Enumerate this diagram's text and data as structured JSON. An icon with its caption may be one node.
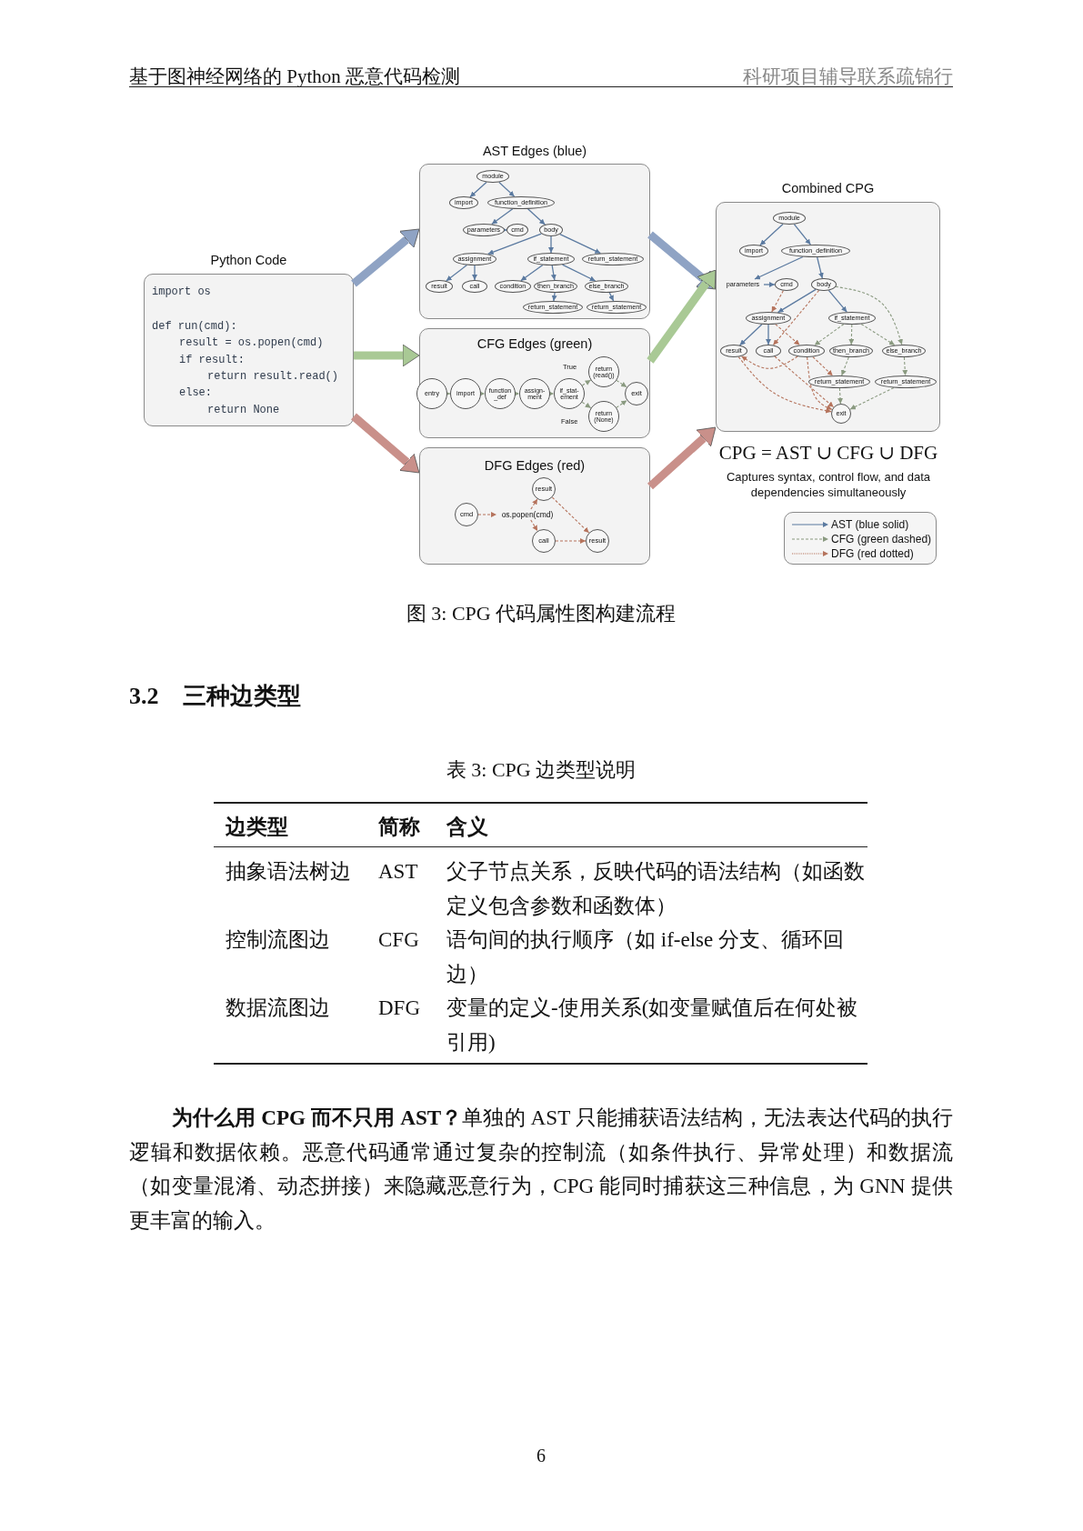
{
  "diagram": {
    "caption": "图 3: CPG 代码属性图构建流程",
    "nodes": [
      {
        "text": [
          "Python Code",
          "import os",
          "def run(cmd):",
          "result = os.popen(cmd)",
          "if result:",
          "return result.read()",
          "else:",
          "return None"
        ]
      },
      {
        "text": [
          "AST Edges (blue)"
        ]
      },
      {
        "text": [
          "module"
        ],
        "in": 1
      },
      {
        "text": [
          "import"
        ],
        "in": 1
      },
      {
        "text": [
          "function_definition"
        ],
        "in": 1
      },
      {
        "text": [
          "parameters"
        ],
        "in": 1
      },
      {
        "text": [
          "cmd"
        ],
        "in": 1
      },
      {
        "text": [
          "body"
        ],
        "in": 1
      },
      {
        "text": [
          "assignment"
        ],
        "in": 1
      },
      {
        "text": [
          "if_statement"
        ],
        "in": 1
      },
      {
        "text": [
          "return_statement"
        ],
        "in": 1
      },
      {
        "text": [
          "result"
        ],
        "in": 1
      },
      {
        "text": [
          "call"
        ],
        "in": 1
      },
      {
        "text": [
          "condition"
        ],
        "in": 1
      },
      {
        "text": [
          "then_branch"
        ],
        "in": 1
      },
      {
        "text": [
          "else_branch"
        ],
        "in": 1
      },
      {
        "text": [
          "return_statement"
        ],
        "in": 1
      },
      {
        "text": [
          "return_statement"
        ],
        "in": 1
      },
      {
        "text": [
          "CFG Edges (green)"
        ]
      },
      {
        "text": [
          "entry"
        ],
        "in": 18
      },
      {
        "text": [
          "import"
        ],
        "in": 18
      },
      {
        "text": [
          "function _def"
        ],
        "in": 18
      },
      {
        "text": [
          "assign- ment"
        ],
        "in": 18
      },
      {
        "text": [
          "if_stat- ement"
        ],
        "in": 18
      },
      {
        "text": [
          "return (read())"
        ],
        "in": 18
      },
      {
        "text": [
          "return (None)"
        ],
        "in": 18
      },
      {
        "text": [
          "exit"
        ],
        "in": 18
      },
      {
        "text": [
          "DFG Edges (red)"
        ]
      },
      {
        "text": [
          "cmd"
        ],
        "in": 27
      },
      {
        "text": [
          "os.popen(cmd)"
        ],
        "in": 27
      },
      {
        "text": [
          "result"
        ],
        "in": 27
      },
      {
        "text": [
          "call"
        ],
        "in": 27
      },
      {
        "text": [
          "result"
        ],
        "in": 27
      },
      {
        "text": [
          "Combined CPG"
        ]
      },
      {
        "text": [
          "module"
        ],
        "in": 33
      },
      {
        "text": [
          "import"
        ],
        "in": 33
      },
      {
        "text": [
          "function_definition"
        ],
        "in": 33
      },
      {
        "text": [
          "parameters"
        ],
        "in": 33
      },
      {
        "text": [
          "cmd"
        ],
        "in": 33
      },
      {
        "text": [
          "body"
        ],
        "in": 33
      },
      {
        "text": [
          "assignment"
        ],
        "in": 33
      },
      {
        "text": [
          "if_statement"
        ],
        "in": 33
      },
      {
        "text": [
          "result"
        ],
        "in": 33
      },
      {
        "text": [
          "call"
        ],
        "in": 33
      },
      {
        "text": [
          "condition"
        ],
        "in": 33
      },
      {
        "text": [
          "then_branch"
        ],
        "in": 33
      },
      {
        "text": [
          "else_branch"
        ],
        "in": 33
      },
      {
        "text": [
          "return_statement"
        ],
        "in": 33
      },
      {
        "text": [
          "return_statement"
        ],
        "in": 33
      },
      {
        "text": [
          "exit"
        ],
        "in": 33
      }
    ],
    "edges": [
      {
        "from": 0,
        "to": 1,
        "arrow": "to",
        "style": "thick",
        "color": "#8fa3c4"
      },
      {
        "from": 0,
        "to": 18,
        "arrow": "to",
        "style": "thick",
        "color": "#a9c995"
      },
      {
        "from": 0,
        "to": 27,
        "arrow": "to",
        "style": "thick",
        "color": "#c9908a"
      },
      {
        "from": 1,
        "to": 33,
        "arrow": "to",
        "style": "thick",
        "color": "#8fa3c4"
      },
      {
        "from": 18,
        "to": 33,
        "arrow": "to",
        "style": "thick",
        "color": "#a9c995"
      },
      {
        "from": 27,
        "to": 33,
        "arrow": "to",
        "style": "thick",
        "color": "#c9908a"
      },
      {
        "from": 2,
        "to": 3,
        "arrow": "to"
      },
      {
        "from": 2,
        "to": 4,
        "arrow": "to"
      },
      {
        "from": 4,
        "to": 5,
        "arrow": "to"
      },
      {
        "from": 4,
        "to": 7,
        "arrow": "to"
      },
      {
        "from": 5,
        "to": 6,
        "arrow": "to"
      },
      {
        "from": 7,
        "to": 8,
        "arrow": "to"
      },
      {
        "from": 7,
        "to": 9,
        "arrow": "to"
      },
      {
        "from": 7,
        "to": 10,
        "arrow": "to"
      },
      {
        "from": 8,
        "to": 11,
        "arrow": "to"
      },
      {
        "from": 8,
        "to": 12,
        "arrow": "to"
      },
      {
        "from": 9,
        "to": 13,
        "arrow": "to"
      },
      {
        "from": 9,
        "to": 14,
        "arrow": "to"
      },
      {
        "from": 9,
        "to": 15,
        "arrow": "to"
      },
      {
        "from": 14,
        "to": 16,
        "arrow": "to"
      },
      {
        "from": 15,
        "to": 17,
        "arrow": "to"
      },
      {
        "from": 19,
        "to": 20,
        "arrow": "to",
        "style": "dashed",
        "color": "#8a9a80"
      },
      {
        "from": 20,
        "to": 21,
        "arrow": "to",
        "style": "dashed",
        "color": "#8a9a80"
      },
      {
        "from": 21,
        "to": 22,
        "arrow": "to",
        "style": "dashed",
        "color": "#8a9a80"
      },
      {
        "from": 22,
        "to": 23,
        "arrow": "to",
        "style": "dashed",
        "color": "#8a9a80"
      },
      {
        "from": 23,
        "to": 24,
        "arrow": "to",
        "label": "True",
        "style": "dashed",
        "color": "#8a9a80"
      },
      {
        "from": 23,
        "to": 25,
        "arrow": "to",
        "label": "False",
        "style": "dashed",
        "color": "#8a9a80"
      },
      {
        "from": 24,
        "to": 26,
        "arrow": "to",
        "style": "dashed",
        "color": "#8a9a80"
      },
      {
        "from": 25,
        "to": 26,
        "arrow": "to",
        "style": "dashed",
        "color": "#8a9a80"
      },
      {
        "from": 28,
        "to": 29,
        "arrow": "to",
        "style": "dashed",
        "color": "#b5735c"
      },
      {
        "from": 29,
        "to": 30,
        "arrow": "to",
        "style": "dashed",
        "color": "#b5735c"
      },
      {
        "from": 29,
        "to": 31,
        "arrow": "to",
        "style": "dashed",
        "color": "#b5735c"
      },
      {
        "from": 30,
        "to": 32,
        "arrow": "to",
        "style": "dashed",
        "color": "#b5735c"
      },
      {
        "from": 31,
        "to": 32,
        "arrow": "to",
        "style": "dashed",
        "color": "#b5735c"
      },
      {
        "from": 34,
        "to": 35,
        "arrow": "to"
      },
      {
        "from": 34,
        "to": 36,
        "arrow": "to"
      },
      {
        "from": 36,
        "to": 37,
        "arrow": "to"
      },
      {
        "from": 36,
        "to": 39,
        "arrow": "to"
      },
      {
        "from": 37,
        "to": 38,
        "arrow": "to"
      },
      {
        "from": 39,
        "to": 40,
        "arrow": "to"
      },
      {
        "from": 39,
        "to": 41,
        "arrow": "to"
      },
      {
        "from": 40,
        "to": 42,
        "arrow": "to"
      },
      {
        "from": 40,
        "to": 43,
        "arrow": "to"
      },
      {
        "from": 39,
        "to": 46,
        "arrow": "to",
        "style": "dashed",
        "color": "#8a9a80"
      },
      {
        "from": 41,
        "to": 44,
        "arrow": "to",
        "style": "dashed",
        "color": "#8a9a80"
      },
      {
        "from": 41,
        "to": 45,
        "arrow": "to",
        "style": "dashed",
        "color": "#8a9a80"
      },
      {
        "from": 41,
        "to": 46,
        "arrow": "to",
        "style": "dashed",
        "color": "#8a9a80"
      },
      {
        "from": 45,
        "to": 47,
        "arrow": "to",
        "style": "dashed",
        "color": "#8a9a80"
      },
      {
        "from": 46,
        "to": 48,
        "arrow": "to",
        "style": "dashed",
        "color": "#8a9a80"
      },
      {
        "from": 47,
        "to": 49,
        "arrow": "to",
        "style": "dashed",
        "color": "#8a9a80"
      },
      {
        "from": 48,
        "to": 49,
        "arrow": "to",
        "style": "dashed",
        "color": "#8a9a80"
      },
      {
        "from": 38,
        "to": 40,
        "arrow": "to",
        "style": "dashed",
        "color": "#b5735c"
      },
      {
        "from": 39,
        "to": 43,
        "arrow": "to",
        "style": "dashed",
        "color": "#b5735c"
      },
      {
        "from": 40,
        "to": 44,
        "arrow": "to",
        "style": "dashed",
        "color": "#b5735c"
      },
      {
        "from": 44,
        "to": 42,
        "arrow": "to",
        "style": "dashed",
        "color": "#b5735c"
      },
      {
        "from": 44,
        "to": 47,
        "arrow": "to",
        "style": "dashed",
        "color": "#b5735c"
      },
      {
        "from": 42,
        "to": 49,
        "arrow": "to",
        "style": "dashed",
        "color": "#b5735c"
      },
      {
        "from": 43,
        "to": 49,
        "arrow": "to",
        "style": "dashed",
        "color": "#b5735c"
      },
      {
        "from": 44,
        "to": 49,
        "arrow": "to",
        "style": "dashed",
        "color": "#b5735c"
      }
    ],
    "labels": [
      "基于图神经网络的 Python 恶意代码检测",
      "科研项目辅导联系疏锦行",
      "CPG = AST ∪ CFG ∪ DFG",
      "Captures syntax, control flow, and data dependencies simultaneously",
      "3.2 三种边类型",
      "表 3: CPG 边类型说明",
      "边类型",
      "简称",
      "含义",
      "抽象语法树边",
      "AST",
      "父子节点关系，反映代码的语法结构（如函数定义包含参数和函数体）",
      "控制流图边",
      "CFG",
      "语句间的执行顺序（如 if-else 分支、循环回边）",
      "数据流图边",
      "DFG",
      "变量的定义-使用关系(如变量赋值后在何处被引用)",
      "**为什么用 CPG 而不只用 AST？**单独的 AST 只能捕获语法结构，无法表达代码的执行逻辑和数据依赖。恶意代码通常通过复杂的控制流（如条件执行、异常处理）和数据流（如变量混淆、动态拼接）来隐藏恶意行为，CPG 能同时捕获这三种信息，为 GNN 提供更丰富的输入。",
      "6"
    ],
    "legend": [
      {
        "text": "AST (blue solid)"
      },
      {
        "text": "CFG (green dashed)"
      },
      {
        "text": "DFG (red dotted)"
      }
    ]
  }
}
